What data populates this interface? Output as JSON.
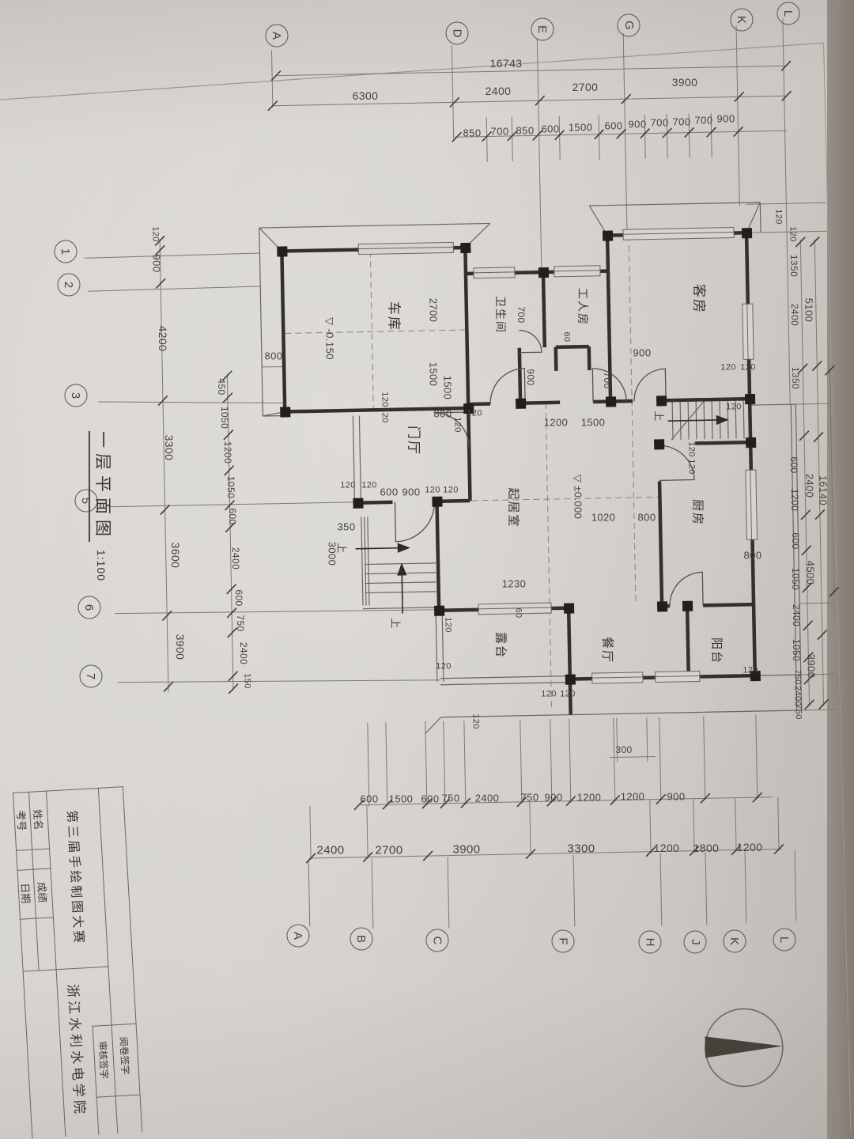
{
  "sheet": {
    "title": "一层平面图",
    "scale": "1:100"
  },
  "grid": {
    "top": [
      "A",
      "D",
      "E",
      "G",
      "K",
      "L"
    ],
    "left": [
      "1",
      "2",
      "3",
      "5",
      "6",
      "7"
    ],
    "bottom": [
      "A",
      "B",
      "C",
      "F",
      "H",
      "J",
      "K",
      "L"
    ]
  },
  "dims": {
    "top_total": "16743",
    "top_major": [
      "6300",
      "2400",
      "2700",
      "3900"
    ],
    "top_minor": [
      "850",
      "700",
      "850",
      "600",
      "1500",
      "600",
      "900",
      "700",
      "700",
      "700",
      "900"
    ],
    "left_outer": [
      "120",
      "900",
      "4200",
      "3300",
      "3600",
      "3900"
    ],
    "left_inner": [
      "450",
      "1050",
      "1200",
      "1050",
      "600",
      "2400",
      "600",
      "750",
      "2400",
      "150"
    ],
    "right_total": "16140",
    "right_major": [
      "5100",
      "2400",
      "4500",
      "3900"
    ],
    "right_inner": [
      "1350",
      "2400",
      "1350",
      "600",
      "1200",
      "600",
      "1050",
      "2400",
      "1050",
      "750",
      "2400",
      "750"
    ],
    "right_edge": [
      "120",
      "120"
    ],
    "bottom_inner": [
      "600",
      "1500",
      "600",
      "750",
      "2400",
      "750",
      "900",
      "1200",
      "1200",
      "900"
    ],
    "bottom_major": [
      "2400",
      "2700",
      "3900",
      "3300",
      "1200",
      "1800",
      "1200"
    ],
    "bottom_note": "300"
  },
  "v": {
    "60": "60",
    "120": "120",
    "350": "350",
    "600": "600",
    "700": "700",
    "800": "800",
    "900": "900",
    "1020": "1020",
    "1200": "1200",
    "1230": "1230",
    "1500": "1500",
    "2700": "2700",
    "3000": "3000"
  },
  "rooms": {
    "garage": "车库",
    "foyer": "门厅",
    "bathroom": "卫生间",
    "worker": "工人房",
    "guest": "客房",
    "living": "起居室",
    "kitchen": "厨房",
    "dining": "餐厅",
    "terrace": "露台",
    "balcony": "阳台"
  },
  "levels": {
    "symbol": "▽",
    "main": "±0.000",
    "garage": "-0.150"
  },
  "stairs": {
    "up": "上"
  },
  "titleblock": {
    "competition": "第三届手绘制图大赛",
    "name_label": "姓名",
    "exam_label": "考号",
    "score_label": "成绩",
    "date_label": "日期",
    "review_label": "阅卷签字",
    "audit_label": "审核签字",
    "school": "浙江水利水电学院"
  }
}
